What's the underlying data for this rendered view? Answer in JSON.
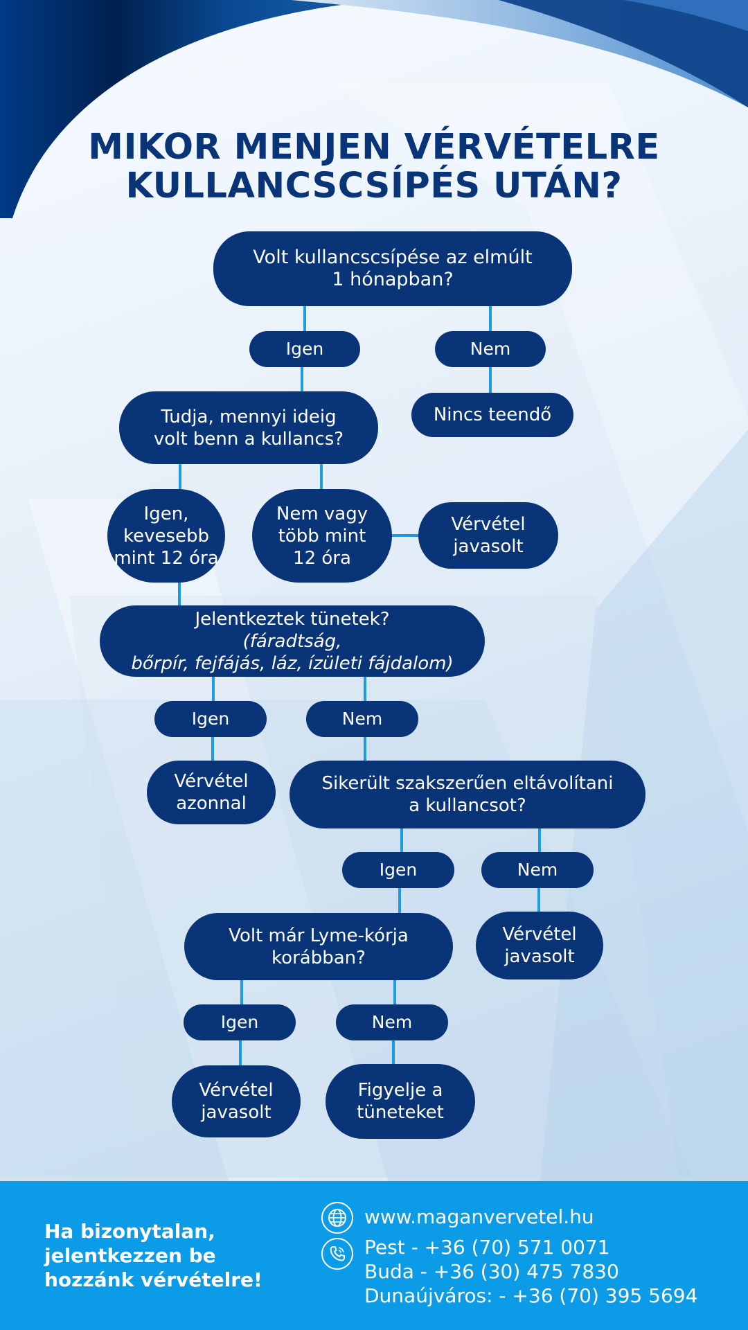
{
  "title": {
    "line1": "MIKOR MENJEN VÉRVÉTELRE",
    "line2": "KULLANCSCSÍPÉS UTÁN?"
  },
  "flow": {
    "q1": {
      "line1": "Volt kullancscsípése az elmúlt",
      "line2": "1 hónapban?"
    },
    "q1_yes": "Igen",
    "q1_no": "Nem",
    "q1_no_result": "Nincs teendő",
    "q2": {
      "line1": "Tudja, mennyi ideig",
      "line2": "volt benn a kullancs?"
    },
    "q2_yes": {
      "line1": "Igen,",
      "line2": "kevesebb",
      "line3": "mint 12 óra"
    },
    "q2_no": {
      "line1": "Nem vagy",
      "line2": "több mint",
      "line3": "12 óra"
    },
    "q2_no_result": {
      "line1": "Vérvétel",
      "line2": "javasolt"
    },
    "q3": {
      "line1_plain": "Jelentkeztek tünetek? ",
      "line1_italic": "(fáradtság,",
      "line2_italic": "bőrpír, fejfájás, láz, ízületi fájdalom)"
    },
    "q3_yes": "Igen",
    "q3_no": "Nem",
    "q3_yes_result": {
      "line1": "Vérvétel",
      "line2": "azonnal"
    },
    "q4": {
      "line1": "Sikerült szakszerűen eltávolítani",
      "line2": "a kullancsot?"
    },
    "q4_yes": "Igen",
    "q4_no": "Nem",
    "q4_no_result": {
      "line1": "Vérvétel",
      "line2": "javasolt"
    },
    "q5": {
      "line1": "Volt már Lyme-kórja",
      "line2": "korábban?"
    },
    "q5_yes": "Igen",
    "q5_no": "Nem",
    "q5_yes_result": {
      "line1": "Vérvétel",
      "line2": "javasolt"
    },
    "q5_no_result": {
      "line1": "Figyelje a",
      "line2": "tüneteket"
    }
  },
  "footer": {
    "cta": {
      "line1": "Ha bizonytalan,",
      "line2": "jelentkezzen be",
      "line3": "hozzánk vérvételre!"
    },
    "website": "www.maganvervetel.hu",
    "phones": [
      "Pest - +36 (70) 571 0071",
      "Buda - +36 (30) 475 7830",
      "Dunaújváros: - +36 (70) 395 5694"
    ],
    "icons": {
      "web": "globe-icon",
      "phone": "phone-icon"
    }
  },
  "colors": {
    "primary": "#0a3478",
    "accent": "#1d9be0",
    "footer": "#0c9be6"
  }
}
